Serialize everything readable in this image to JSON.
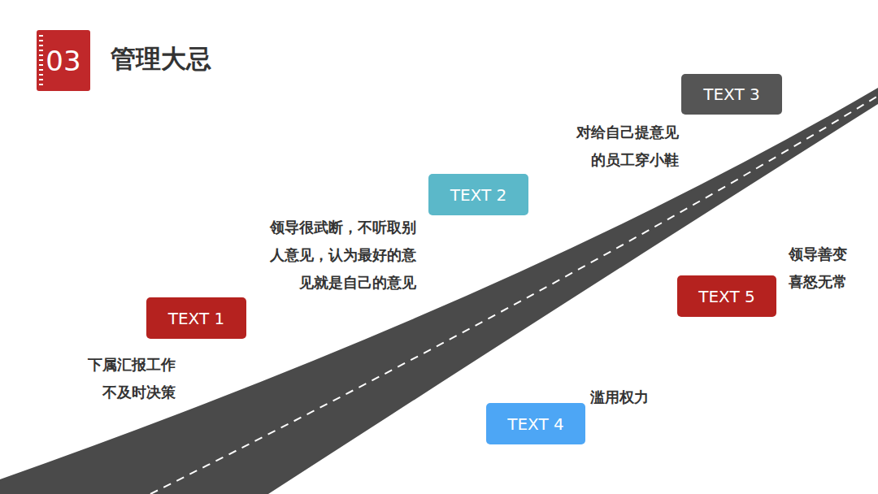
{
  "diagram": {
    "title": "管理大忌",
    "nodes": [
      {
        "text": [
          "03"
        ]
      },
      {
        "text": [
          "TEXT 1"
        ]
      },
      {
        "text": [
          "TEXT 2"
        ]
      },
      {
        "text": [
          "TEXT 3"
        ]
      },
      {
        "text": [
          "TEXT 4"
        ]
      },
      {
        "text": [
          "TEXT 5"
        ]
      }
    ],
    "labels": [
      "下属汇报工作 不及时决策",
      "领导很武断，不听取别 人意见，认为最好的意 见就是自己的意见",
      "对给自己提意见 的员工穿小鞋",
      "滥用权力",
      "领导善变 喜怒无常"
    ]
  }
}
